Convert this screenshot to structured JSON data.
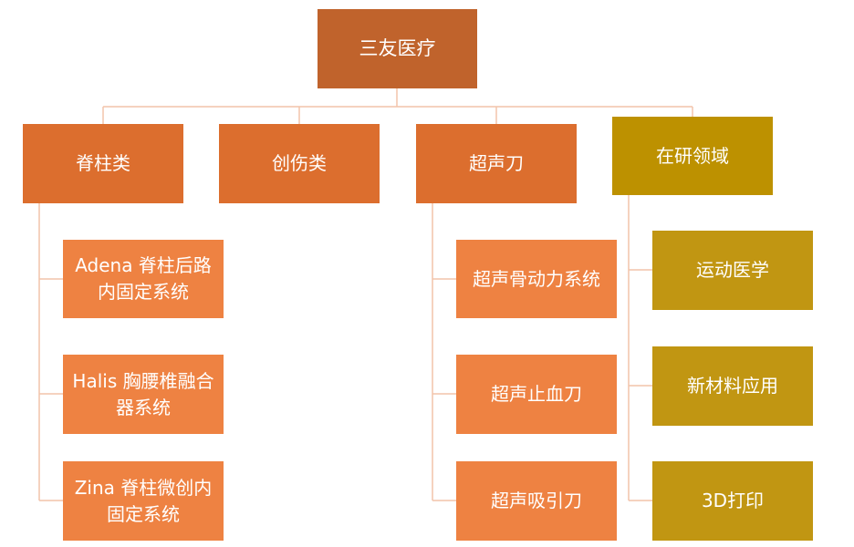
{
  "root": {
    "label": "三友医疗"
  },
  "categories": [
    {
      "label": "脊柱类"
    },
    {
      "label": "创伤类"
    },
    {
      "label": "超声刀"
    },
    {
      "label": "在研领域"
    }
  ],
  "spine_items": [
    {
      "label": "Adena 脊柱后路内固定系统"
    },
    {
      "label": "Halis 胸腰椎融合器系统"
    },
    {
      "label": "Zina 脊柱微创内固定系统"
    }
  ],
  "ultrasonic_items": [
    {
      "label": "超声骨动力系统"
    },
    {
      "label": "超声止血刀"
    },
    {
      "label": "超声吸引刀"
    }
  ],
  "research_items": [
    {
      "label": "运动医学"
    },
    {
      "label": "新材料应用"
    },
    {
      "label": "3D打印"
    }
  ],
  "colors": {
    "root": "#c0632c",
    "category": "#dc6e2e",
    "leaf": "#ee8242",
    "research": "#bd9100",
    "research_leaf": "#c19612",
    "connector": "#f2c4aa"
  }
}
